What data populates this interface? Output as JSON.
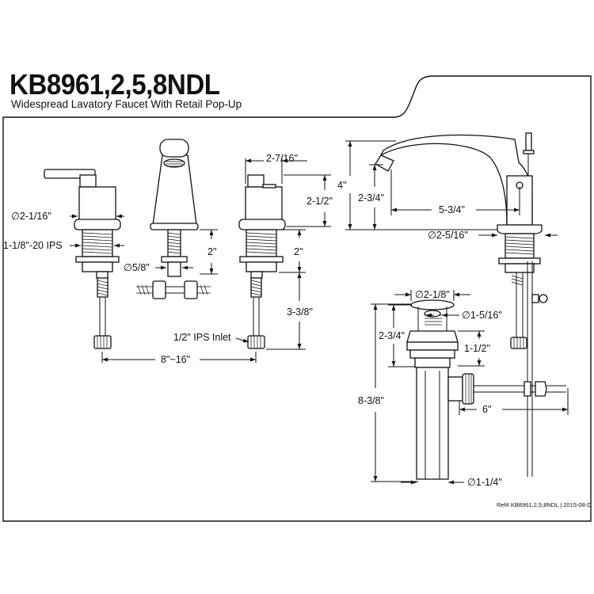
{
  "header": {
    "model": "KB8961,2,5,8NDL",
    "description": "Widespread Lavatory Faucet With Retail Pop-Up"
  },
  "footer": {
    "reference": "Ref# KB8961,2,5,8NDL | 2015-08-D"
  },
  "dimensions": {
    "handle_diameter": "2-1/16\"",
    "shank_thread": "1-1/8\"-20 IPS",
    "handle_width": "2-7/16\"",
    "handle_height": "2-1/2\"",
    "spout_shank": "2\"",
    "handle_shank": "2\"",
    "spout_nut": "5/8\"",
    "supply_length": "3-3/8\"",
    "inlet": "1/2\" IPS Inlet",
    "spread": "8\"~16\"",
    "overall_height": "4\"",
    "spout_height": "2-3/4\"",
    "spout_reach": "5-3/4\"",
    "spout_base": "2-5/16\"",
    "drain_flange": "2-1/8\"",
    "drain_opening": "1-5/16\"",
    "drain_flange_height": "2-3/4\"",
    "drain_body": "1-1/2\"",
    "drain_overall": "8-3/8\"",
    "pivot_rod": "6\"",
    "tailpiece": "1-1/4\""
  }
}
